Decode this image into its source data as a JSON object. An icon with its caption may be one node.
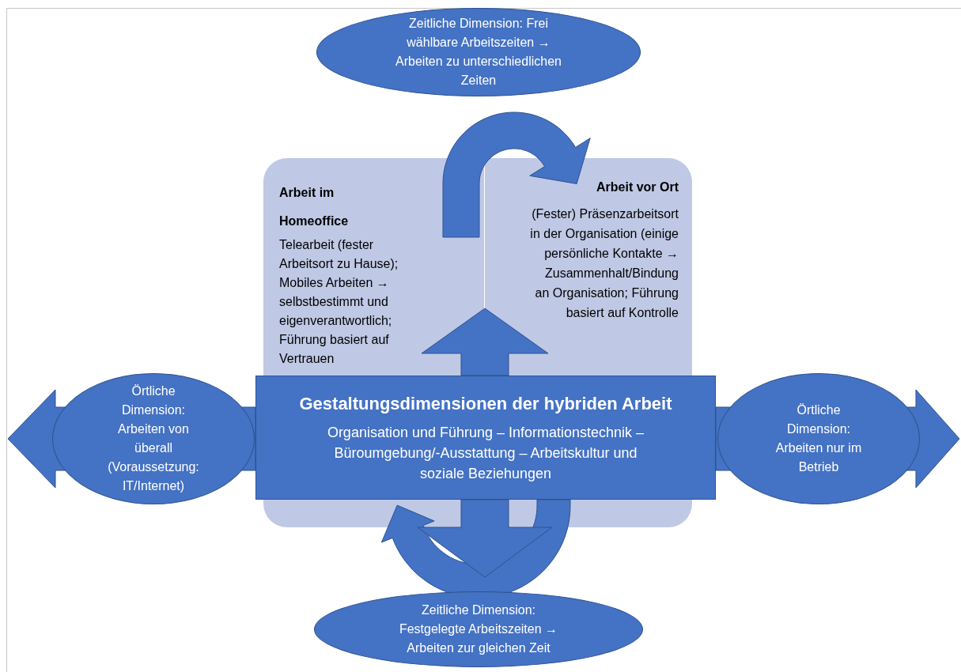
{
  "diagram": {
    "nodes": [
      {
        "text": [
          "Zeitliche Dimension: Frei wählbare Arbeitszeiten → Arbeiten zu unterschiedlichen Zeiten"
        ]
      },
      {
        "text": [
          "Arbeit im Homeoffice",
          "Telearbeit (fester Arbeitsort zu Hause); Mobiles Arbeiten → selbstbestimmt und eigenverantwortlich; Führung basiert auf Vertrauen"
        ]
      },
      {
        "text": [
          "Arbeit vor Ort",
          "(Fester) Präsenzarbeitsort in der Organisation (einige persönliche Kontakte → Zusammenhalt/Bindung an Organisation; Führung basiert auf Kontrolle"
        ]
      },
      {
        "text": [
          "Örtliche Dimension: Arbeiten von überall (Voraussetzung: IT/Internet)"
        ]
      },
      {
        "text": [
          "Gestaltungsdimensionen der hybriden Arbeit",
          "Organisation und Führung – Informationstechnik – Büroumgebung/-Ausstattung – Arbeitskultur und soziale Beziehungen"
        ]
      },
      {
        "text": [
          "Örtliche Dimension: Arbeiten nur im Betrieb"
        ]
      },
      {
        "text": [
          "Zeitliche Dimension: Festgelegte Arbeitszeiten → Arbeiten zur gleichen Zeit"
        ]
      }
    ],
    "edges": [
      {
        "from": 1,
        "to": 2,
        "arrow": "to"
      },
      {
        "from": 2,
        "to": 1,
        "arrow": "to"
      },
      {
        "from": 4,
        "to": 3,
        "arrow": "to"
      },
      {
        "from": 4,
        "to": 5,
        "arrow": "to"
      },
      {
        "from": 4,
        "to": null,
        "arrow": "to"
      },
      {
        "from": 4,
        "to": 6,
        "arrow": "to"
      }
    ]
  }
}
